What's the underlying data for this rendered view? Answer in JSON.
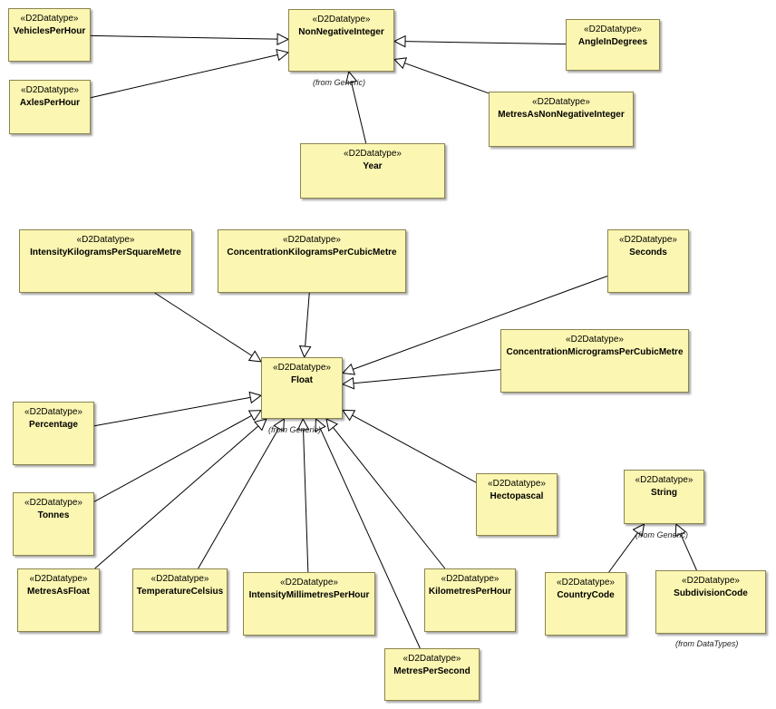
{
  "stereotype": "«D2Datatype»",
  "classes": {
    "vehicles_per_hour": "VehiclesPerHour",
    "non_negative_integer": "NonNegativeInteger",
    "angle_in_degrees": "AngleInDegrees",
    "axles_per_hour": "AxlesPerHour",
    "metres_as_non_negative_integer": "MetresAsNonNegativeInteger",
    "year": "Year",
    "intensity_kg_per_sq_metre": "IntensityKilogramsPerSquareMetre",
    "concentration_kg_per_cubic_metre": "ConcentrationKilogramsPerCubicMetre",
    "seconds": "Seconds",
    "concentration_micrograms_per_cubic_metre": "ConcentrationMicrogramsPerCubicMetre",
    "float": "Float",
    "percentage": "Percentage",
    "tonnes": "Tonnes",
    "hectopascal": "Hectopascal",
    "string": "String",
    "metres_as_float": "MetresAsFloat",
    "temperature_celsius": "TemperatureCelsius",
    "intensity_mm_per_hour": "IntensityMillimetresPerHour",
    "kilometres_per_hour": "KilometresPerHour",
    "country_code": "CountryCode",
    "subdivision_code": "SubdivisionCode",
    "metres_per_second": "MetresPerSecond"
  },
  "notes": {
    "from_generic_nni": "(from Generic)",
    "from_generic_float": "(from Generic)",
    "from_generic_string": "(from Generic)",
    "from_datatypes": "(from DataTypes)"
  },
  "generalizations": [
    [
      "vehicles_per_hour",
      "non_negative_integer"
    ],
    [
      "axles_per_hour",
      "non_negative_integer"
    ],
    [
      "angle_in_degrees",
      "non_negative_integer"
    ],
    [
      "metres_as_non_negative_integer",
      "non_negative_integer"
    ],
    [
      "year",
      "non_negative_integer"
    ],
    [
      "intensity_kg_per_sq_metre",
      "float"
    ],
    [
      "concentration_kg_per_cubic_metre",
      "float"
    ],
    [
      "seconds",
      "float"
    ],
    [
      "concentration_micrograms_per_cubic_metre",
      "float"
    ],
    [
      "percentage",
      "float"
    ],
    [
      "tonnes",
      "float"
    ],
    [
      "metres_as_float",
      "float"
    ],
    [
      "temperature_celsius",
      "float"
    ],
    [
      "intensity_mm_per_hour",
      "float"
    ],
    [
      "metres_per_second",
      "float"
    ],
    [
      "kilometres_per_hour",
      "float"
    ],
    [
      "hectopascal",
      "float"
    ],
    [
      "country_code",
      "string"
    ],
    [
      "subdivision_code",
      "string"
    ]
  ]
}
